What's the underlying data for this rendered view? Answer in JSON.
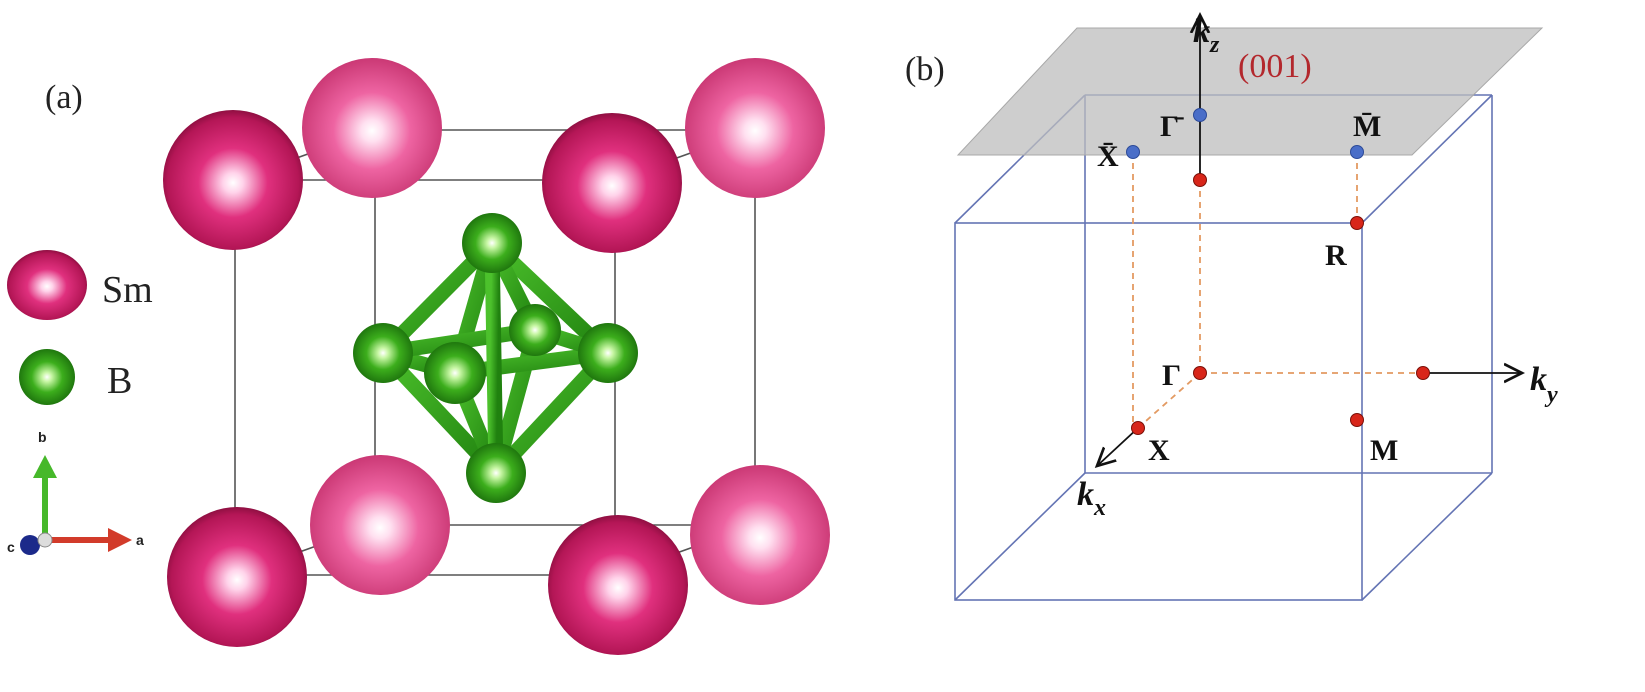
{
  "panel_a": {
    "label": "(a)",
    "legend": [
      {
        "element": "Sm",
        "color": "#cc1f6a"
      },
      {
        "element": "B",
        "color": "#2fa51c"
      }
    ],
    "axes": {
      "b": "b",
      "a": "a",
      "c": "c"
    }
  },
  "panel_b": {
    "label": "(b)",
    "surface_label": "(001)",
    "surface_label_color": "#b3282d",
    "axis_labels": {
      "kz": "k",
      "kz_sub": "z",
      "ky": "k",
      "ky_sub": "y",
      "kx": "k",
      "kx_sub": "x"
    },
    "points": {
      "gamma_bar": "Γ̄",
      "x_bar": "X̄",
      "m_bar": "M̄",
      "r": "R",
      "gamma": "Γ",
      "x": "X",
      "m": "M"
    },
    "colors": {
      "bulk_point": "#d8261a",
      "surface_point": "#4a6ec8",
      "cube_edge": "#6474b4",
      "guide_line": "#e39a62"
    }
  }
}
